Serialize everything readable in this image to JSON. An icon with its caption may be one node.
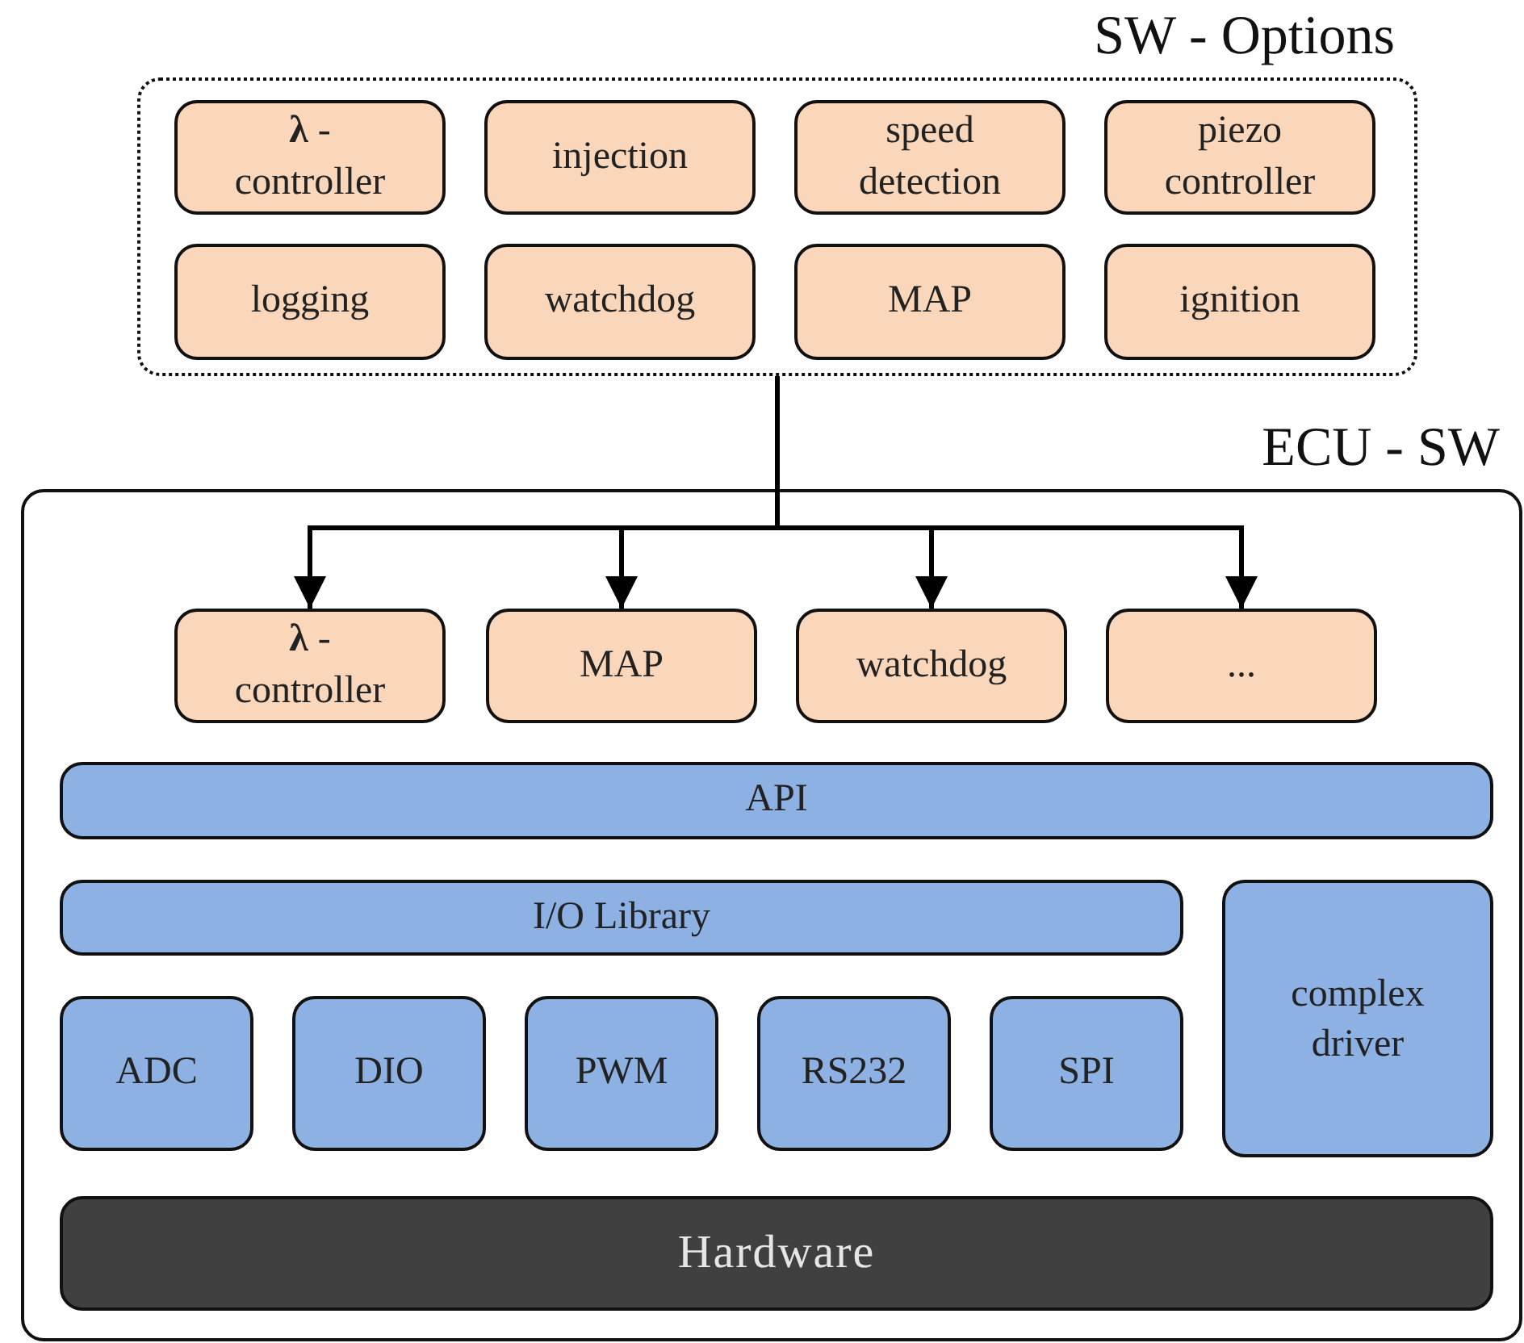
{
  "diagram": {
    "nodes": [
      {
        "text": [
          "SW - Options"
        ]
      },
      {
        "text": [
          "**λ** -controller"
        ],
        "in": 0
      },
      {
        "text": [
          "injection"
        ],
        "in": 0
      },
      {
        "text": [
          "speed detection"
        ],
        "in": 0
      },
      {
        "text": [
          "piezo controller"
        ],
        "in": 0
      },
      {
        "text": [
          "logging"
        ],
        "in": 0
      },
      {
        "text": [
          "watchdog"
        ],
        "in": 0
      },
      {
        "text": [
          "MAP"
        ],
        "in": 0
      },
      {
        "text": [
          "ignition"
        ],
        "in": 0
      },
      {
        "text": [
          "ECU - SW"
        ]
      },
      {
        "text": [
          "**λ** -controller"
        ],
        "in": 9
      },
      {
        "text": [
          "MAP"
        ],
        "in": 9
      },
      {
        "text": [
          "watchdog"
        ],
        "in": 9
      },
      {
        "text": [
          "..."
        ],
        "in": 9
      },
      {
        "text": [
          "API"
        ],
        "in": 9
      },
      {
        "text": [
          "I/O Library"
        ],
        "in": 9
      },
      {
        "text": [
          "complex driver"
        ],
        "in": 9
      },
      {
        "text": [
          "ADC"
        ],
        "in": 9
      },
      {
        "text": [
          "DIO"
        ],
        "in": 9
      },
      {
        "text": [
          "PWM"
        ],
        "in": 9
      },
      {
        "text": [
          "RS232"
        ],
        "in": 9
      },
      {
        "text": [
          "SPI"
        ],
        "in": 9
      },
      {
        "text": [
          "Hardware"
        ],
        "in": 9
      }
    ],
    "edges": [
      {
        "from": 0,
        "to": 10,
        "arrow": "to"
      },
      {
        "from": 0,
        "to": 11,
        "arrow": "to"
      },
      {
        "from": 0,
        "to": 12,
        "arrow": "to"
      },
      {
        "from": 0,
        "to": 13,
        "arrow": "to"
      }
    ]
  }
}
